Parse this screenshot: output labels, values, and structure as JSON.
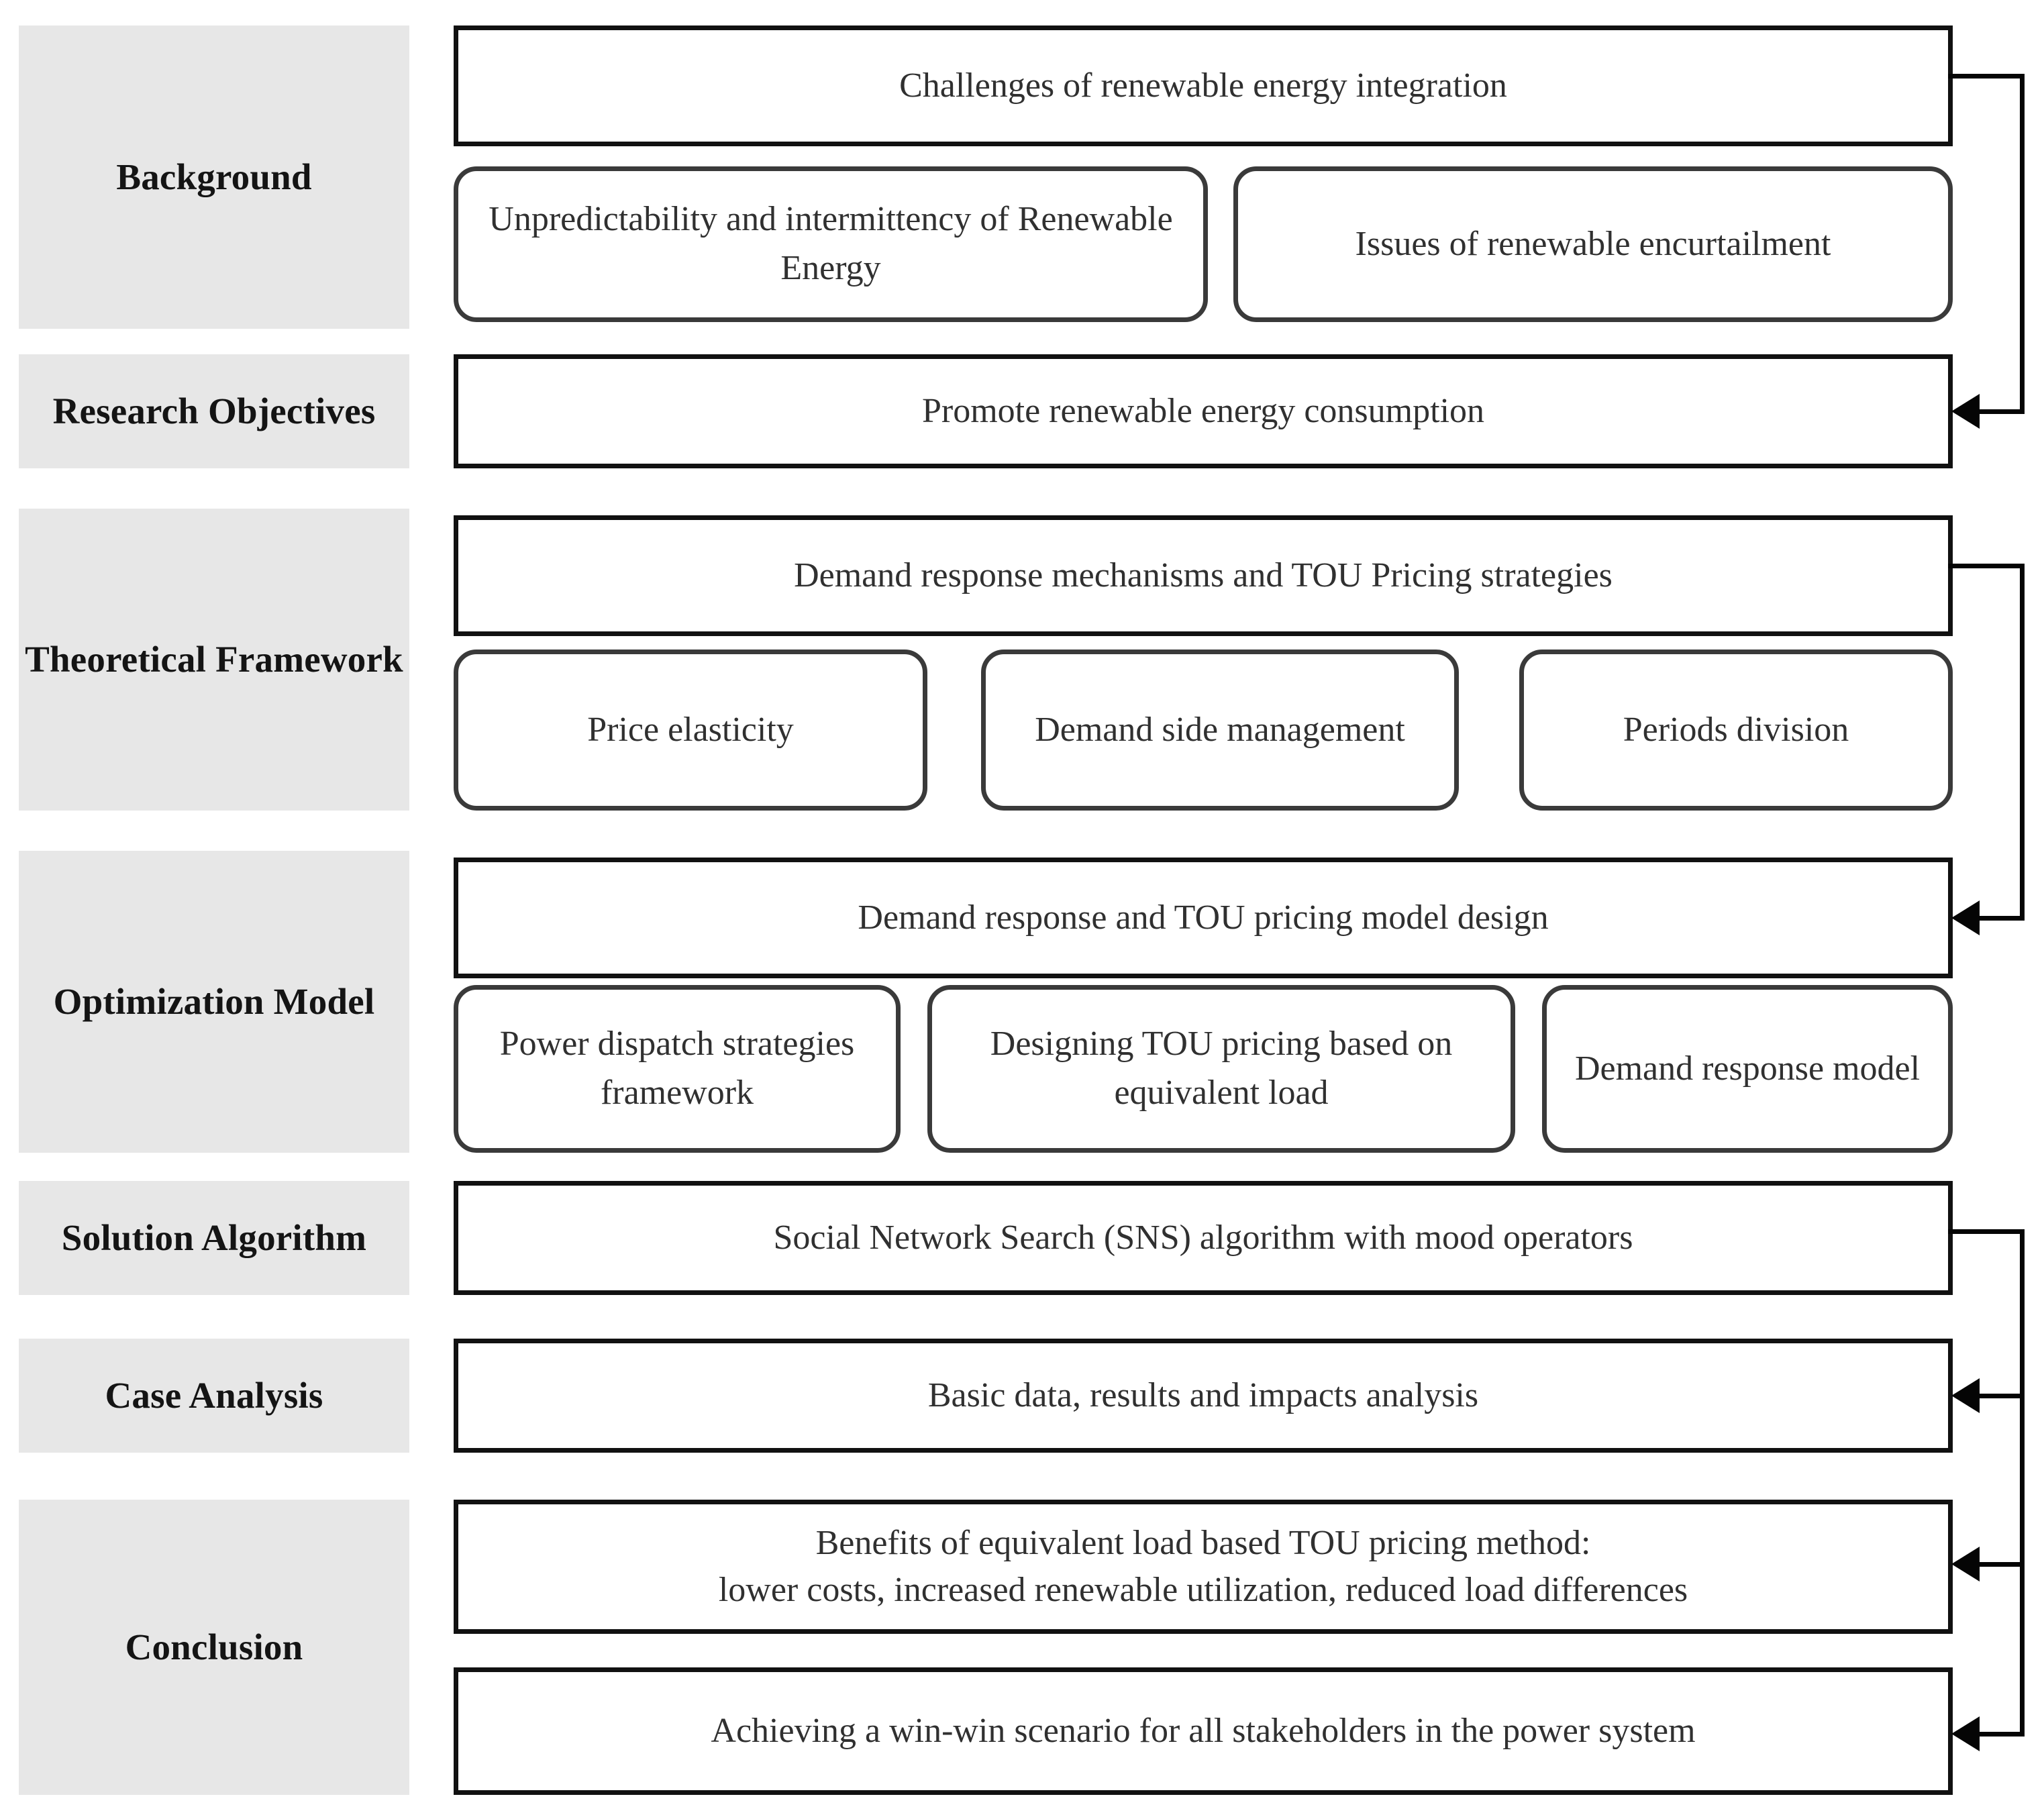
{
  "figure": {
    "type": "research-framework-flow-diagram",
    "palette": {
      "stage_fill": "#e7e7e7",
      "main_box_border": "#111111",
      "sub_box_border": "#3a3a3a",
      "text": "#303030",
      "stage_text": "#141414",
      "connector": "#050505",
      "page_background": "#ffffff"
    }
  },
  "stages": [
    {
      "id": "background",
      "label": "Background"
    },
    {
      "id": "objectives",
      "label": "Research\nObjectives",
      "line1": "Research",
      "line2": "Objectives"
    },
    {
      "id": "theory",
      "label": "Theoretical\nFramework",
      "line1": "Theoretical",
      "line2": "Framework"
    },
    {
      "id": "model",
      "label": "Optimization\nModel",
      "line1": "Optimization",
      "line2": "Model"
    },
    {
      "id": "algorithm",
      "label": "Solution\nAlgorithm",
      "line1": "Solution",
      "line2": "Algorithm"
    },
    {
      "id": "case",
      "label": "Case Analysis"
    },
    {
      "id": "conclusion",
      "label": "Conclusion"
    }
  ],
  "main_boxes": [
    {
      "id": "mb-background",
      "text": "Challenges of renewable energy integration"
    },
    {
      "id": "mb-objectives",
      "text": "Promote renewable energy consumption"
    },
    {
      "id": "mb-theory",
      "text": "Demand response  mechanisms and TOU Pricing strategies"
    },
    {
      "id": "mb-model",
      "text": "Demand response   and  TOU pricing model design"
    },
    {
      "id": "mb-algorithm",
      "text": "Social Network Search (SNS) algorithm with mood operators"
    },
    {
      "id": "mb-case",
      "text": "Basic data, results and impacts analysis"
    },
    {
      "id": "mb-conclusion-1-line1",
      "text": "Benefits of equivalent load based TOU pricing method:"
    },
    {
      "id": "mb-conclusion-1-line2",
      "text": "lower costs, increased renewable utilization, reduced load differences"
    },
    {
      "id": "mb-conclusion-2",
      "text": "Achieving a win-win scenario for all stakeholders in the power system"
    }
  ],
  "sub_boxes": {
    "background": [
      {
        "id": "sb-unpredictability",
        "line1": "Unpredictability and intermittency",
        "line2": "of Renewable Energy"
      },
      {
        "id": "sb-curtailment",
        "line1": "Issues of renewable encurtailment",
        "line2": ""
      }
    ],
    "theory": [
      {
        "id": "sb-price-elasticity",
        "line1": "Price elasticity",
        "line2": ""
      },
      {
        "id": "sb-demand-side",
        "line1": "Demand side",
        "line2": "management"
      },
      {
        "id": "sb-periods-division",
        "line1": "Periods division",
        "line2": ""
      }
    ],
    "model": [
      {
        "id": "sb-power-dispatch",
        "line1": "Power dispatch",
        "line2": "strategies",
        "line3": "framework"
      },
      {
        "id": "sb-designing-tou",
        "line1": "Designing TOU pricing",
        "line2": "based on equivalent load",
        "line3": ""
      },
      {
        "id": "sb-demand-response",
        "line1": "Demand response",
        "line2": "model",
        "line3": ""
      }
    ]
  },
  "connectors": [
    {
      "id": "conn-background-to-objectives",
      "from": "mb-background",
      "to": "mb-objectives"
    },
    {
      "id": "conn-theory-to-model",
      "from": "mb-theory",
      "to": "mb-model"
    },
    {
      "id": "conn-algorithm-to-case",
      "from": "mb-algorithm",
      "to": "mb-case"
    },
    {
      "id": "conn-case-to-conclusion-1",
      "from": "mb-case",
      "to": "mb-conclusion-1"
    },
    {
      "id": "conn-conclusion-1-to-2",
      "from": "mb-conclusion-1",
      "to": "mb-conclusion-2"
    }
  ]
}
